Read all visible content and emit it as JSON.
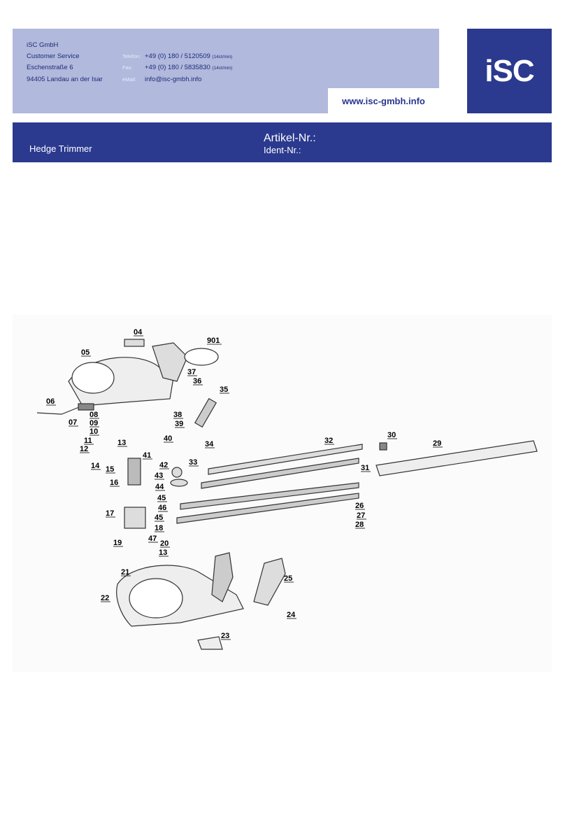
{
  "company": {
    "name": "iSC GmbH",
    "department": "Customer Service",
    "street": "Eschenstraße 6",
    "city": "94405 Landau an der Isar"
  },
  "contact": {
    "phone_label": "Telefon:",
    "phone": "+49 (0) 180 / 5120509",
    "phone_rate": "(14ct/min)",
    "fax_label": "Fax:",
    "fax": "+49 (0) 180 / 5835830",
    "fax_rate": "(14ct/min)",
    "email_label": "eMail:",
    "email": "info@isc-gmbh.info"
  },
  "website": "www.isc-gmbh.info",
  "logo_text": "iSC",
  "product_title": "Hedge Trimmer",
  "artikel_label": "Artikel-Nr.:",
  "ident_label": "Ident-Nr.:",
  "colors": {
    "header_band": "#b1b9dc",
    "brand_blue": "#2b3a8f",
    "text_blue": "#1f2b7a"
  },
  "part_labels": [
    "04",
    "05",
    "901",
    "37",
    "36",
    "35",
    "06",
    "07",
    "08",
    "09",
    "10",
    "11",
    "12",
    "38",
    "39",
    "40",
    "34",
    "13",
    "41",
    "14",
    "15",
    "42",
    "33",
    "16",
    "43",
    "44",
    "45",
    "46",
    "17",
    "45",
    "18",
    "47",
    "19",
    "20",
    "13",
    "32",
    "30",
    "29",
    "31",
    "26",
    "27",
    "28",
    "21",
    "22",
    "25",
    "24",
    "23"
  ]
}
